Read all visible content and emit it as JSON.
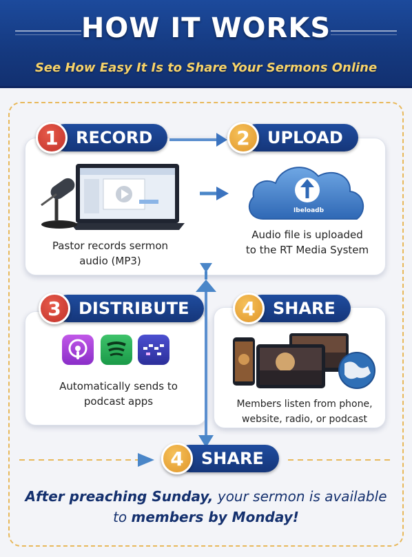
{
  "header": {
    "title": "HOW IT WORKS",
    "subtitle": "See How Easy It Is to Share Your Sermons Online"
  },
  "steps": [
    {
      "number": "1",
      "label": "RECORD",
      "color": "#c2322a",
      "description_line1": "Pastor records sermon",
      "description_line2": "audio (MP3)"
    },
    {
      "number": "2",
      "label": "UPLOAD",
      "color": "#e0962a",
      "description_line1": "Audio file is uploaded",
      "description_line2": "to the RT Media System",
      "cloud_label": "Ibeloadb"
    },
    {
      "number": "3",
      "label": "DISTRIBUTE",
      "color": "#c2322a",
      "description_line1": "Automatically sends to",
      "description_line2": "podcast apps"
    },
    {
      "number": "4",
      "label": "SHARE",
      "color": "#e0962a",
      "description_line1": "Members listen from phone,",
      "description_line2": "website, radio, or podcast"
    },
    {
      "number": "4",
      "label": "SHARE",
      "color": "#e0962a"
    }
  ],
  "apps": [
    {
      "name": "podcasts-icon",
      "color": "#9b3fd6"
    },
    {
      "name": "spotify-icon",
      "color": "#1db954"
    },
    {
      "name": "google-podcasts-icon",
      "color": "#3b3fb8"
    }
  ],
  "footer": {
    "part1": "After preaching Sunday,",
    "part2": " your sermon is available",
    "part3": "to ",
    "part4": "members by Monday!"
  },
  "colors": {
    "header_blue": "#1c4a9c",
    "gold": "#f7d36a",
    "arrow_blue": "#4a86c8"
  }
}
